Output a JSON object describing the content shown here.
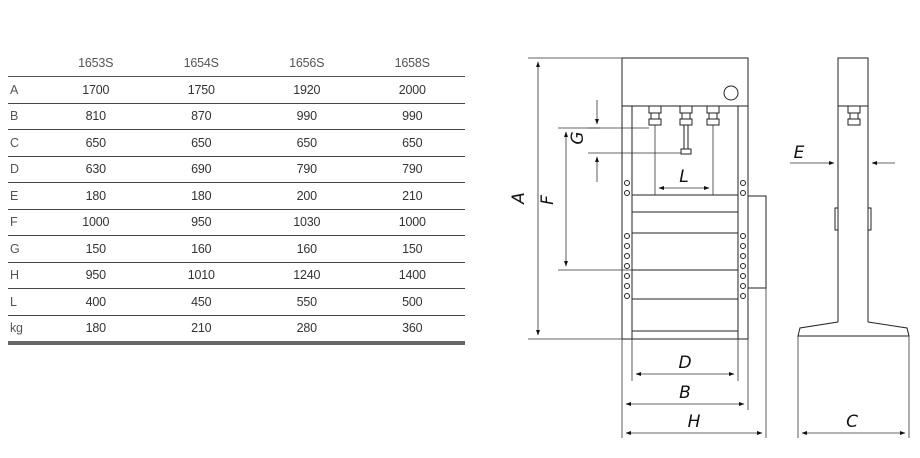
{
  "table": {
    "columns": [
      "1653S",
      "1654S",
      "1656S",
      "1658S"
    ],
    "rows": [
      {
        "label": "A",
        "values": [
          "1700",
          "1750",
          "1920",
          "2000"
        ]
      },
      {
        "label": "B",
        "values": [
          "810",
          "870",
          "990",
          "990"
        ]
      },
      {
        "label": "C",
        "values": [
          "650",
          "650",
          "650",
          "650"
        ]
      },
      {
        "label": "D",
        "values": [
          "630",
          "690",
          "790",
          "790"
        ]
      },
      {
        "label": "E",
        "values": [
          "180",
          "180",
          "200",
          "210"
        ]
      },
      {
        "label": "F",
        "values": [
          "1000",
          "950",
          "1030",
          "1000"
        ]
      },
      {
        "label": "G",
        "values": [
          "150",
          "160",
          "160",
          "150"
        ]
      },
      {
        "label": "H",
        "values": [
          "950",
          "1010",
          "1240",
          "1400"
        ]
      },
      {
        "label": "L",
        "values": [
          "400",
          "450",
          "550",
          "500"
        ]
      },
      {
        "label": "kg",
        "values": [
          "180",
          "210",
          "280",
          "360"
        ]
      }
    ]
  },
  "diagram": {
    "labels": {
      "A": "A",
      "F": "F",
      "G": "G",
      "L": "L",
      "D": "D",
      "B": "B",
      "H": "H",
      "E": "E",
      "C": "C"
    }
  }
}
